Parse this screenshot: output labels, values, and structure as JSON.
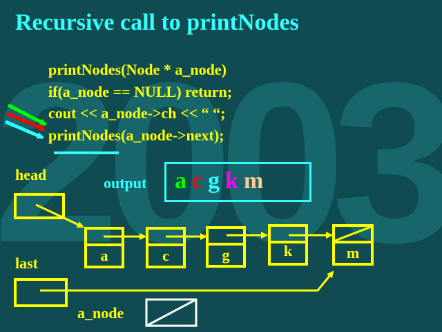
{
  "bg_mark": "2003",
  "title": "Recursive call to printNodes",
  "code_lines": [
    "printNodes(Node * a_node)",
    "if(a_node == NULL) return;",
    "cout << a_node->ch << “ “;",
    "printNodes(a_node->next);"
  ],
  "labels": {
    "head": "head",
    "last": "last",
    "a_node": "a_node",
    "output": "output"
  },
  "output_chars": [
    {
      "ch": "a",
      "color": "#00ff00"
    },
    {
      "ch": "c",
      "color": "#ff0000"
    },
    {
      "ch": "g",
      "color": "#33ffff"
    },
    {
      "ch": "k",
      "color": "#ff00ff"
    },
    {
      "ch": "m",
      "color": "#ffcc99"
    }
  ],
  "nodes": [
    {
      "ch": "a",
      "next_null": false
    },
    {
      "ch": "c",
      "next_null": false
    },
    {
      "ch": "g",
      "next_null": false
    },
    {
      "ch": "k",
      "next_null": false
    },
    {
      "ch": "m",
      "next_null": true
    }
  ],
  "arrow_colors": [
    "#00ff00",
    "#ff0000",
    "#33ffff"
  ],
  "colors": {
    "background": "#0f4b50",
    "pointer": "#ffff00",
    "title": "#33ffff",
    "accent_line": "#33ffff"
  }
}
